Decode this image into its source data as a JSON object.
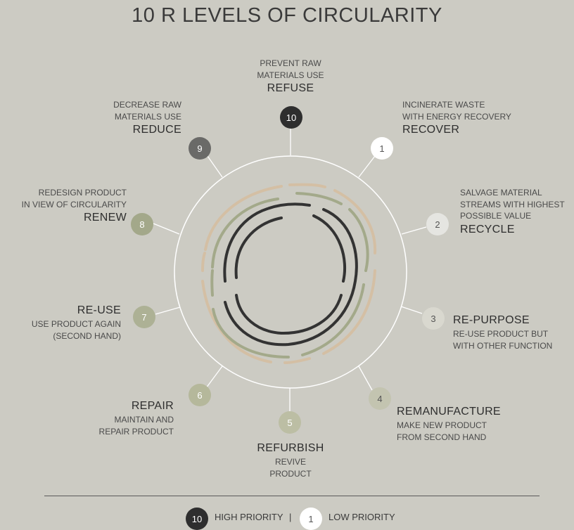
{
  "title": "10 R LEVELS OF CIRCULARITY",
  "levels": [
    {
      "num": "10",
      "name": "REFUSE",
      "desc1": "PREVENT RAW",
      "desc2": "MATERIALS USE"
    },
    {
      "num": "1",
      "name": "RECOVER",
      "desc1": "INCINERATE WASTE",
      "desc2": "WITH ENERGY RECOVERY"
    },
    {
      "num": "2",
      "name": "RECYCLE",
      "desc1": "SALVAGE MATERIAL",
      "desc2": "STREAMS WITH HIGHEST",
      "desc3": "POSSIBLE VALUE"
    },
    {
      "num": "3",
      "name": "RE-PURPOSE",
      "desc1": "RE-USE PRODUCT BUT",
      "desc2": "WITH OTHER FUNCTION"
    },
    {
      "num": "4",
      "name": "REMANUFACTURE",
      "desc1": "MAKE NEW PRODUCT",
      "desc2": "FROM SECOND HAND"
    },
    {
      "num": "5",
      "name": "REFURBISH",
      "desc1": "REVIVE",
      "desc2": "PRODUCT"
    },
    {
      "num": "6",
      "name": "REPAIR",
      "desc1": "MAINTAIN AND",
      "desc2": "REPAIR PRODUCT"
    },
    {
      "num": "7",
      "name": "RE-USE",
      "desc1": "USE PRODUCT AGAIN",
      "desc2": "(SECOND HAND)"
    },
    {
      "num": "8",
      "name": "RENEW",
      "desc1": "REDESIGN PRODUCT",
      "desc2": "IN VIEW OF CIRCULARITY"
    },
    {
      "num": "9",
      "name": "REDUCE",
      "desc1": "DECREASE RAW",
      "desc2": "MATERIALS USE"
    }
  ],
  "legend": {
    "high_num": "10",
    "high_label": "HIGH PRIORITY",
    "separator": "|",
    "low_num": "1",
    "low_label": "LOW PRIORITY"
  },
  "colors": {
    "background": "#cccbc3",
    "ring_dark": "#333333",
    "ring_green": "#a3a98a",
    "ring_beige": "#d4bfa4",
    "badge_10": "#2e2e2e",
    "badge_9": "#6a6a68",
    "badge_8": "#a3a88a",
    "badge_1": "#ffffff"
  }
}
